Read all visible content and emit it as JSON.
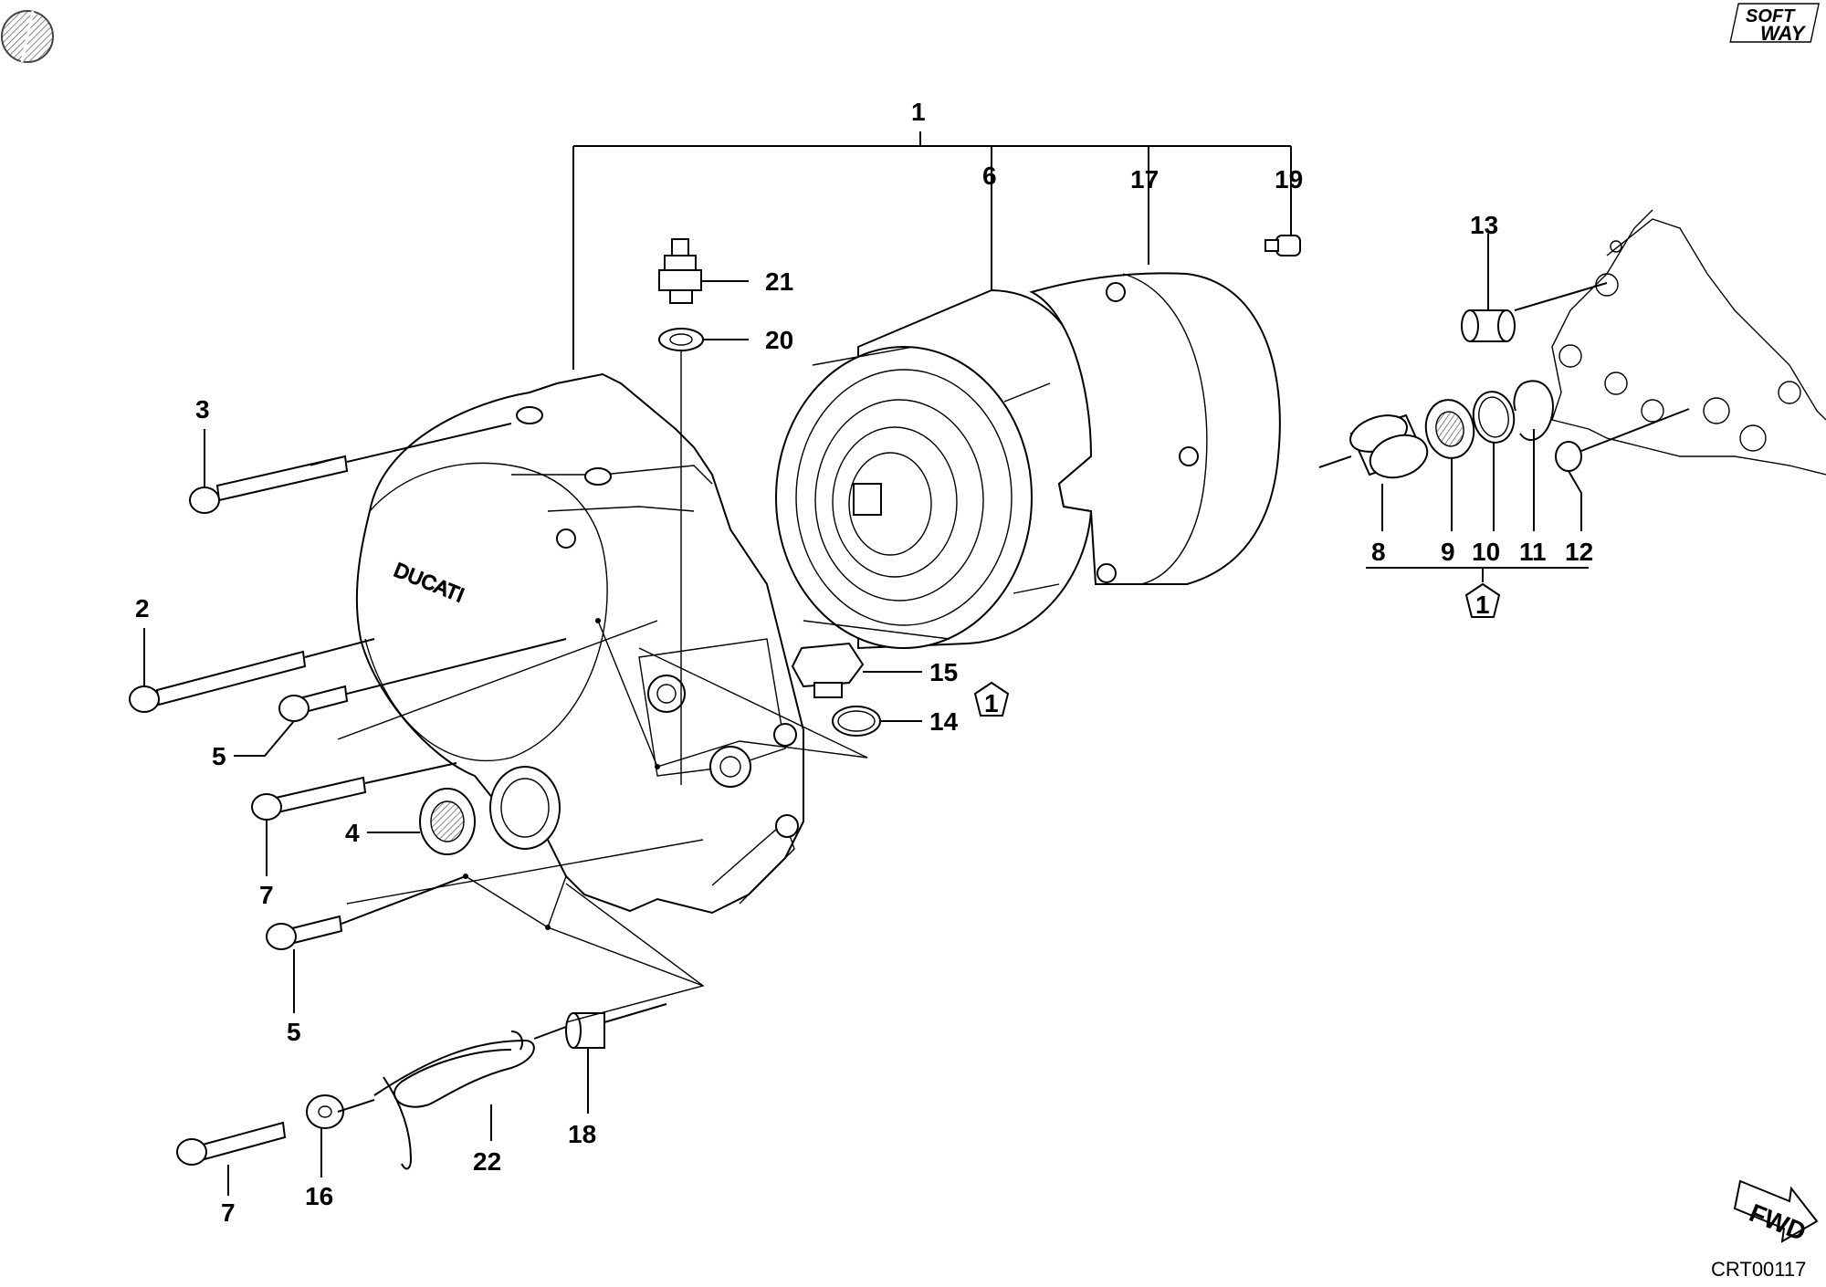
{
  "diagram": {
    "code": "CRT00117",
    "fwd_label": "FWD",
    "brand_logo": {
      "line1": "SOFT",
      "line2": "WAY"
    },
    "cover_text": "DUCATI",
    "ref_marker": "1",
    "callouts": {
      "c1": "1",
      "c2": "2",
      "c3": "3",
      "c4": "4",
      "c5a": "5",
      "c5b": "5",
      "c6": "6",
      "c7a": "7",
      "c7b": "7",
      "c8": "8",
      "c9": "9",
      "c10": "10",
      "c11": "11",
      "c12": "12",
      "c13": "13",
      "c14": "14",
      "c15": "15",
      "c16": "16",
      "c17": "17",
      "c18": "18",
      "c19": "19",
      "c20": "20",
      "c21": "21",
      "c22": "22"
    }
  }
}
